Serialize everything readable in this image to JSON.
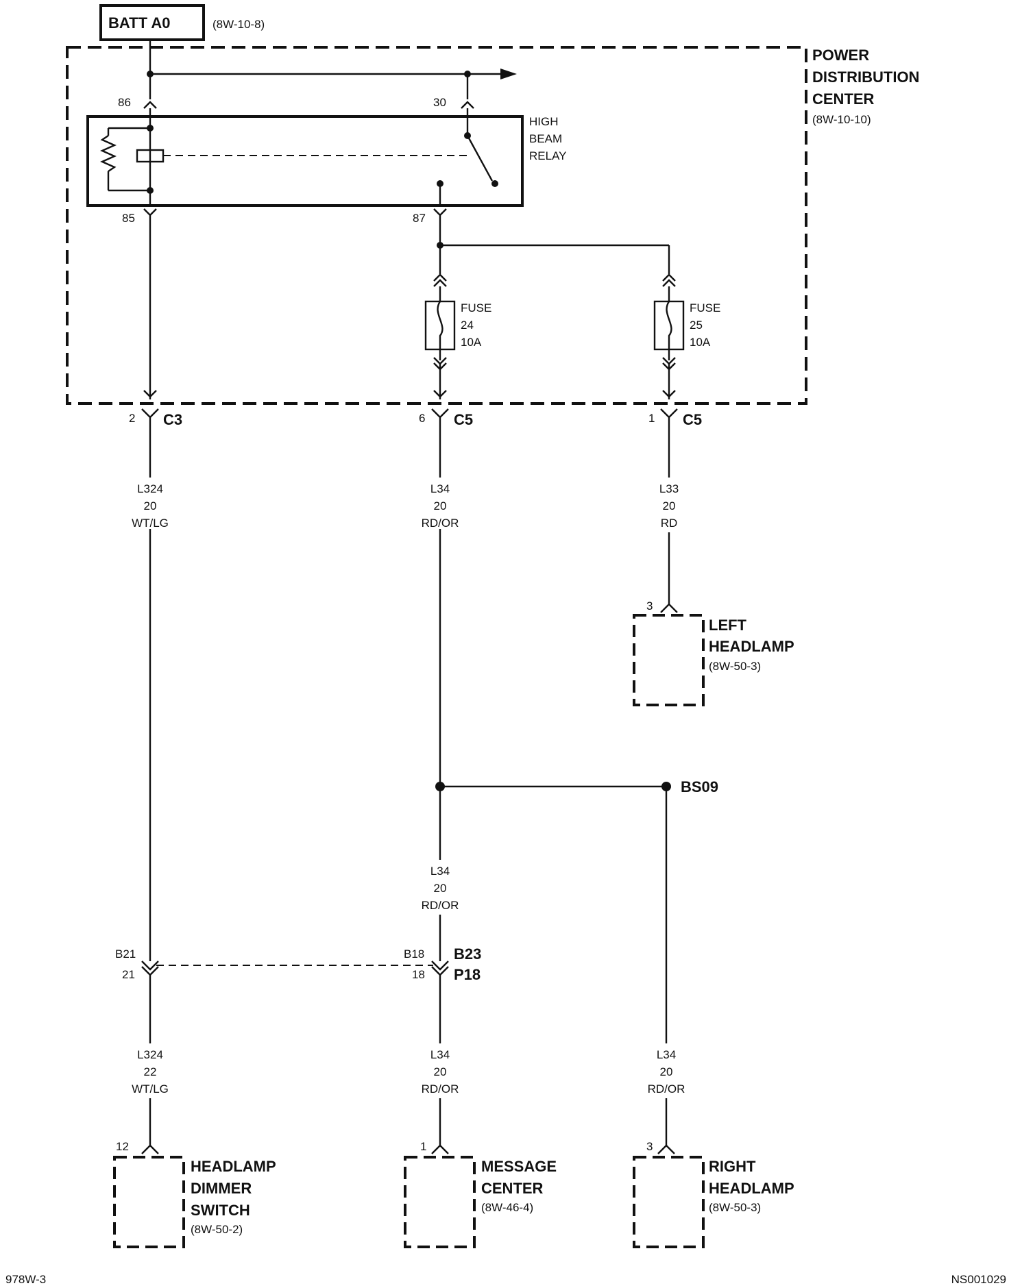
{
  "batt": {
    "label": "BATT A0",
    "ref": "(8W-10-8)"
  },
  "pdc": {
    "line1": "POWER",
    "line2": "DISTRIBUTION",
    "line3": "CENTER",
    "ref": "(8W-10-10)"
  },
  "relay": {
    "line1": "HIGH",
    "line2": "BEAM",
    "line3": "RELAY",
    "pin86": "86",
    "pin85": "85",
    "pin30": "30",
    "pin87": "87"
  },
  "fuse24": {
    "line1": "FUSE",
    "line2": "24",
    "line3": "10A"
  },
  "fuse25": {
    "line1": "FUSE",
    "line2": "25",
    "line3": "10A"
  },
  "conn_c3": {
    "pin": "2",
    "name": "C3"
  },
  "conn_c5_6": {
    "pin": "6",
    "name": "C5"
  },
  "conn_c5_1": {
    "pin": "1",
    "name": "C5"
  },
  "wire_l324_top": {
    "circuit": "L324",
    "gauge": "20",
    "color": "WT/LG"
  },
  "wire_l34_top": {
    "circuit": "L34",
    "gauge": "20",
    "color": "RD/OR"
  },
  "wire_l33": {
    "circuit": "L33",
    "gauge": "20",
    "color": "RD"
  },
  "wire_l34_mid": {
    "circuit": "L34",
    "gauge": "20",
    "color": "RD/OR"
  },
  "wire_l324_bot": {
    "circuit": "L324",
    "gauge": "22",
    "color": "WT/LG"
  },
  "wire_l34_bot": {
    "circuit": "L34",
    "gauge": "20",
    "color": "RD/OR"
  },
  "wire_l34_right": {
    "circuit": "L34",
    "gauge": "20",
    "color": "RD/OR"
  },
  "left_headlamp": {
    "pin": "3",
    "line1": "LEFT",
    "line2": "HEADLAMP",
    "ref": "(8W-50-3)"
  },
  "splice": {
    "label": "BS09"
  },
  "inline_conn": {
    "b21": "B21",
    "p21": "21",
    "b18": "B18",
    "p18": "18",
    "name1": "B23",
    "name2": "P18"
  },
  "dimmer": {
    "pin": "12",
    "line1": "HEADLAMP",
    "line2": "DIMMER",
    "line3": "SWITCH",
    "ref": "(8W-50-2)"
  },
  "message_center": {
    "pin": "1",
    "line1": "MESSAGE",
    "line2": "CENTER",
    "ref": "(8W-46-4)"
  },
  "right_headlamp": {
    "pin": "3",
    "line1": "RIGHT",
    "line2": "HEADLAMP",
    "ref": "(8W-50-3)"
  },
  "footer": {
    "left": "978W-3",
    "right": "NS001029"
  }
}
